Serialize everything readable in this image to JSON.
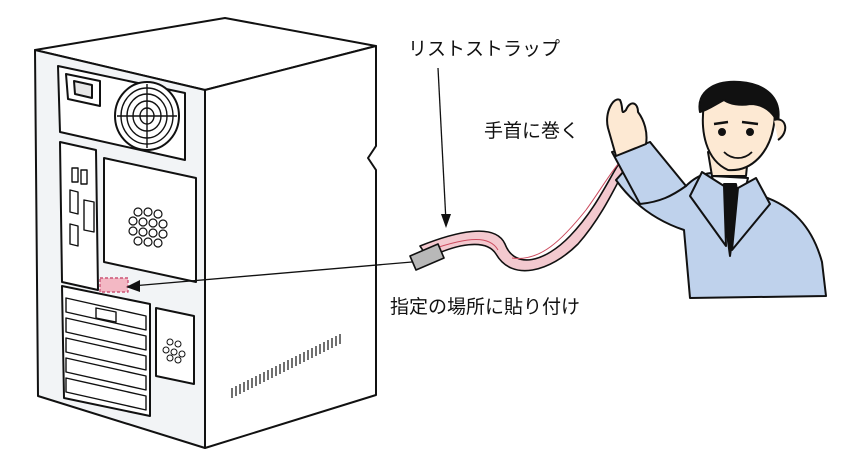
{
  "labels": {
    "wrist_strap": "リストストラップ",
    "wrap_wrist": "手首に巻く",
    "attach_location": "指定の場所に貼り付け"
  },
  "colors": {
    "case_fill": "#f4f6f8",
    "case_side": "#ffffff",
    "outline": "#111111",
    "strap": "#f3c9cf",
    "strap_clip": "#b8b8b8",
    "attach_mark": "#f3b8c4",
    "suit": "#bfd2ec",
    "skin": "#fde9d3",
    "hair": "#111111",
    "tie": "#111111"
  },
  "icons": [
    "computer-tower-illustration",
    "wrist-strap-illustration",
    "person-illustration"
  ]
}
